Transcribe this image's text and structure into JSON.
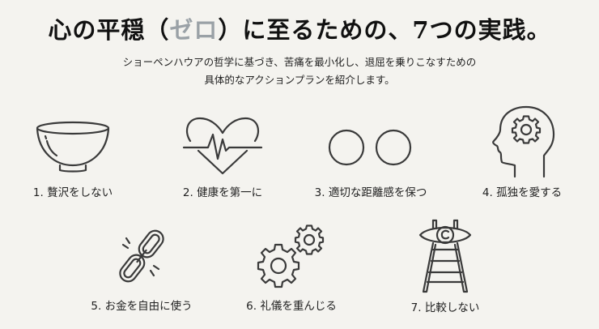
{
  "header": {
    "title_before": "心の平穏（",
    "title_accent": "ゼロ",
    "title_after": "）に至るための、7つの実践。",
    "subtitle_line1": "ショーペンハウアの哲学に基づき、苦痛を最小化し、退屈を乗りこなすための",
    "subtitle_line2": "具体的なアクションプランを紹介します。"
  },
  "colors": {
    "accent": "#9aa1a6",
    "text": "#222222",
    "background": "#f4f3ef"
  },
  "practices": [
    {
      "label": "1. 贅沢をしない",
      "icon": "bowl-icon"
    },
    {
      "label": "2. 健康を第一に",
      "icon": "heart-pulse-icon"
    },
    {
      "label": "3. 適切な距離感を保つ",
      "icon": "two-circles-icon"
    },
    {
      "label": "4. 孤独を愛する",
      "icon": "head-gear-icon"
    },
    {
      "label": "5. お金を自由に使う",
      "icon": "broken-chain-icon"
    },
    {
      "label": "6. 礼儀を重んじる",
      "icon": "gears-icon"
    },
    {
      "label": "7. 比較しない",
      "icon": "ladder-eye-icon"
    }
  ]
}
